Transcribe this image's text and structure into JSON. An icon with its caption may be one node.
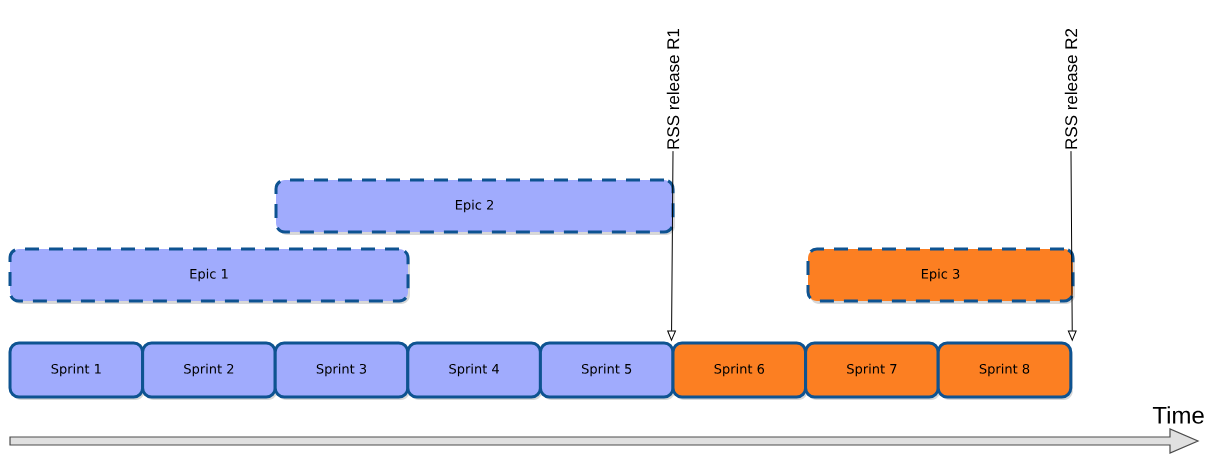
{
  "diagram": {
    "nodes": [
      {
        "text": [
          "RSS release R1"
        ]
      },
      {
        "text": [
          "RSS release R2"
        ]
      },
      {
        "text": [
          "Epic 2"
        ]
      },
      {
        "text": [
          "Epic 1"
        ]
      },
      {
        "text": [
          "Epic 3"
        ]
      },
      {
        "text": [
          "Sprint 1"
        ]
      },
      {
        "text": [
          "Sprint 2"
        ]
      },
      {
        "text": [
          "Sprint 3"
        ]
      },
      {
        "text": [
          "Sprint 4"
        ]
      },
      {
        "text": [
          "Sprint 5"
        ]
      },
      {
        "text": [
          "Sprint 6"
        ]
      },
      {
        "text": [
          "Sprint 7"
        ]
      },
      {
        "text": [
          "Sprint 8"
        ]
      }
    ],
    "edges": [
      {
        "from": 0,
        "to": 10,
        "arrow": "to"
      },
      {
        "from": 1,
        "to": 12,
        "arrow": "to"
      }
    ],
    "labels": [
      "Time"
    ]
  }
}
